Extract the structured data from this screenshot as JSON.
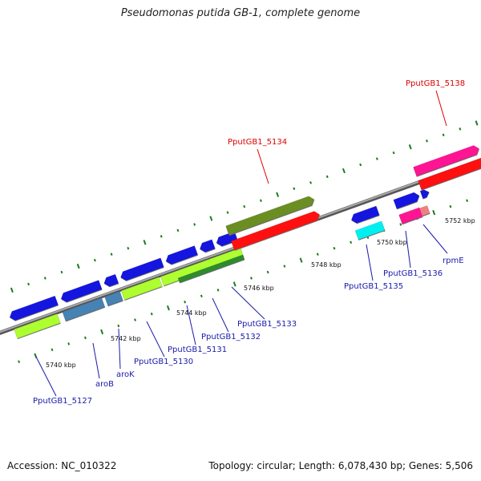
{
  "title": "Pseudomonas putida GB-1, complete genome",
  "footer": {
    "accession": "Accession: NC_010322",
    "topology": "Topology: circular; Length: 6,078,430 bp; Genes: 5,506"
  },
  "colors": {
    "backbone": "#888888",
    "tick": "#1f7a1f",
    "gene_blue": "#1515e0",
    "label_blue": "#1a1aaa",
    "label_red": "#dd0000",
    "red": "#ff1010",
    "olive": "#6b8e23",
    "lime": "#adff2f",
    "darkgreen": "#2e8b2e",
    "steelblue": "#4682b4",
    "cyan": "#00f0f0",
    "magenta": "#ff1493",
    "pink": "#f08080"
  },
  "scale_labels": [
    "5740 kbp",
    "5742 kbp",
    "5744 kbp",
    "5746 kbp",
    "5748 kbp",
    "5750 kbp",
    "5752 kbp"
  ],
  "gene_labels": [
    {
      "text": "PputGB1_5127",
      "color": "blue"
    },
    {
      "text": "aroB",
      "color": "blue"
    },
    {
      "text": "aroK",
      "color": "blue"
    },
    {
      "text": "PputGB1_5130",
      "color": "blue"
    },
    {
      "text": "PputGB1_5131",
      "color": "blue"
    },
    {
      "text": "PputGB1_5132",
      "color": "blue"
    },
    {
      "text": "PputGB1_5133",
      "color": "blue"
    },
    {
      "text": "PputGB1_5134",
      "color": "red"
    },
    {
      "text": "PputGB1_5135",
      "color": "blue"
    },
    {
      "text": "PputGB1_5136",
      "color": "blue"
    },
    {
      "text": "rpmE",
      "color": "blue"
    },
    {
      "text": "PputGB1_5138",
      "color": "red"
    }
  ]
}
